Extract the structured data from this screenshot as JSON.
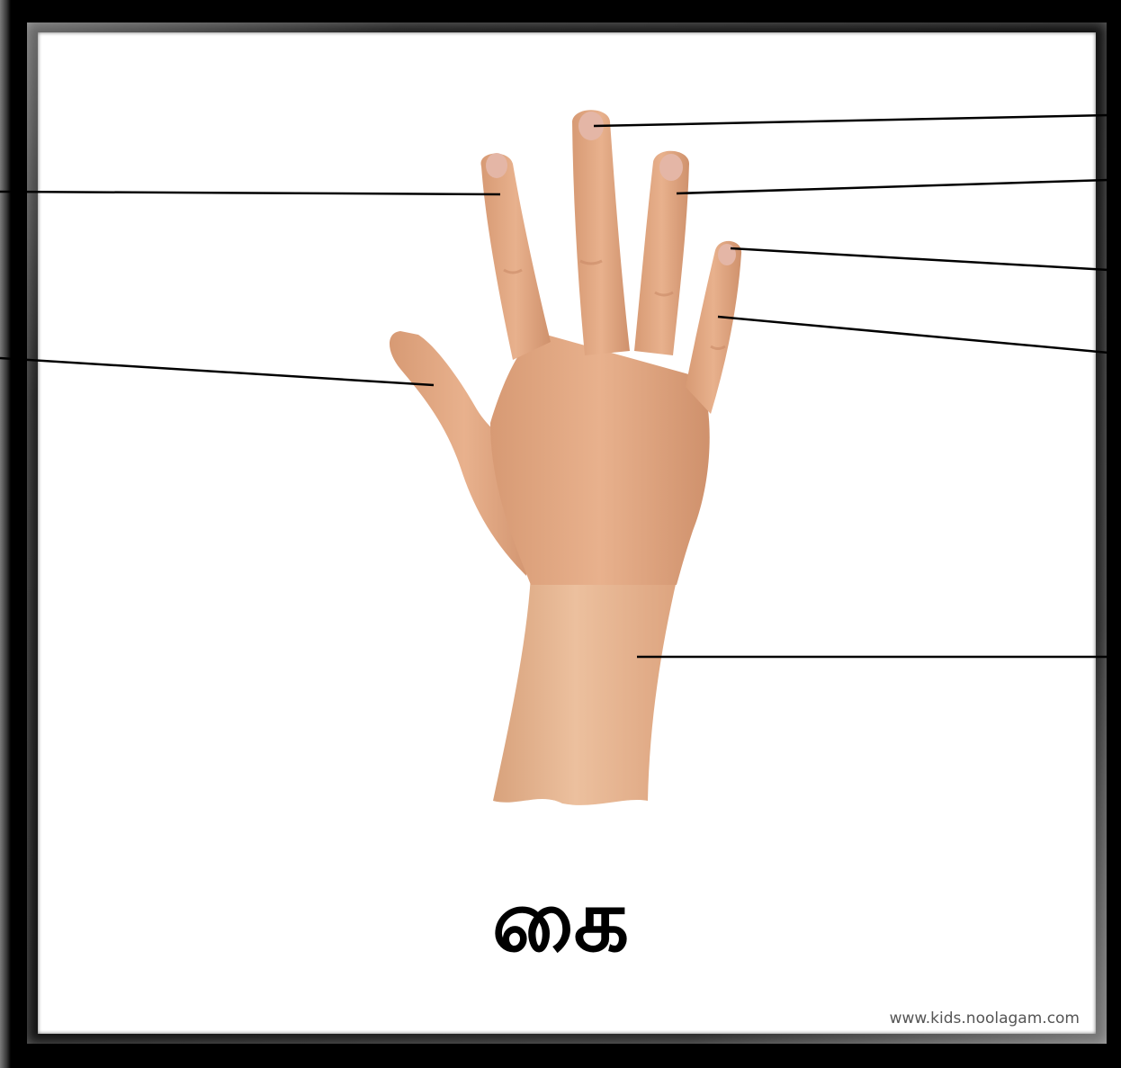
{
  "word": "கை",
  "credit": "www.kids.noolagam.com",
  "colors": {
    "skin": "#e2a883",
    "skin_shadow": "#c98b67",
    "nail": "#e4b6a6",
    "frame": "#000000",
    "card": "#ffffff",
    "line": "#000000"
  },
  "icons": {
    "hand": "hand-illustration"
  }
}
